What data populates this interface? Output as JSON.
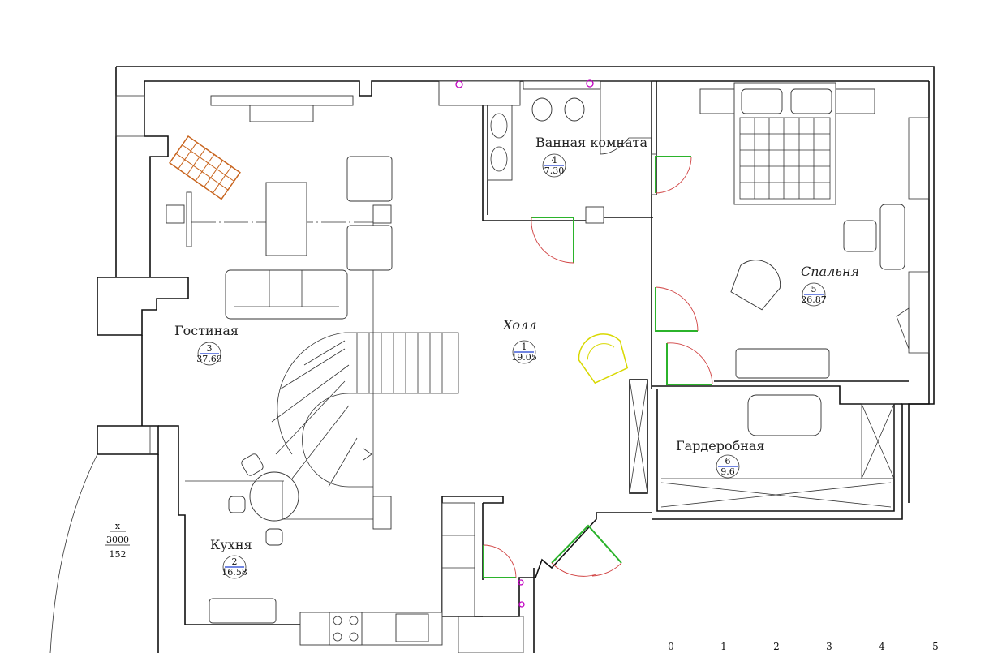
{
  "rooms": [
    {
      "id": "hall",
      "name": "Холл",
      "number": "1",
      "area": "19.05"
    },
    {
      "id": "kitchen",
      "name": "Кухня",
      "number": "2",
      "area": "16.58"
    },
    {
      "id": "living",
      "name": "Гостиная",
      "number": "3",
      "area": "37.69"
    },
    {
      "id": "bath",
      "name": "Ванная комната",
      "number": "4",
      "area": "7.30"
    },
    {
      "id": "bedroom",
      "name": "Спальня",
      "number": "5",
      "area": "26.87"
    },
    {
      "id": "wardrobe",
      "name": "Гардеробная",
      "number": "6",
      "area": "9.6"
    }
  ],
  "terrace": {
    "mark": "x",
    "value": "3000",
    "sub": "152"
  },
  "scale_bar": {
    "ticks": [
      "0",
      "1",
      "2",
      "3",
      "4",
      "5"
    ]
  },
  "colors": {
    "door": "#2bb32b",
    "swing": "#d04040",
    "rug": "#c8641e",
    "armchair_hall": "#d8d800",
    "fixture": "#c000c0",
    "tag_line": "#1f3fd0"
  }
}
